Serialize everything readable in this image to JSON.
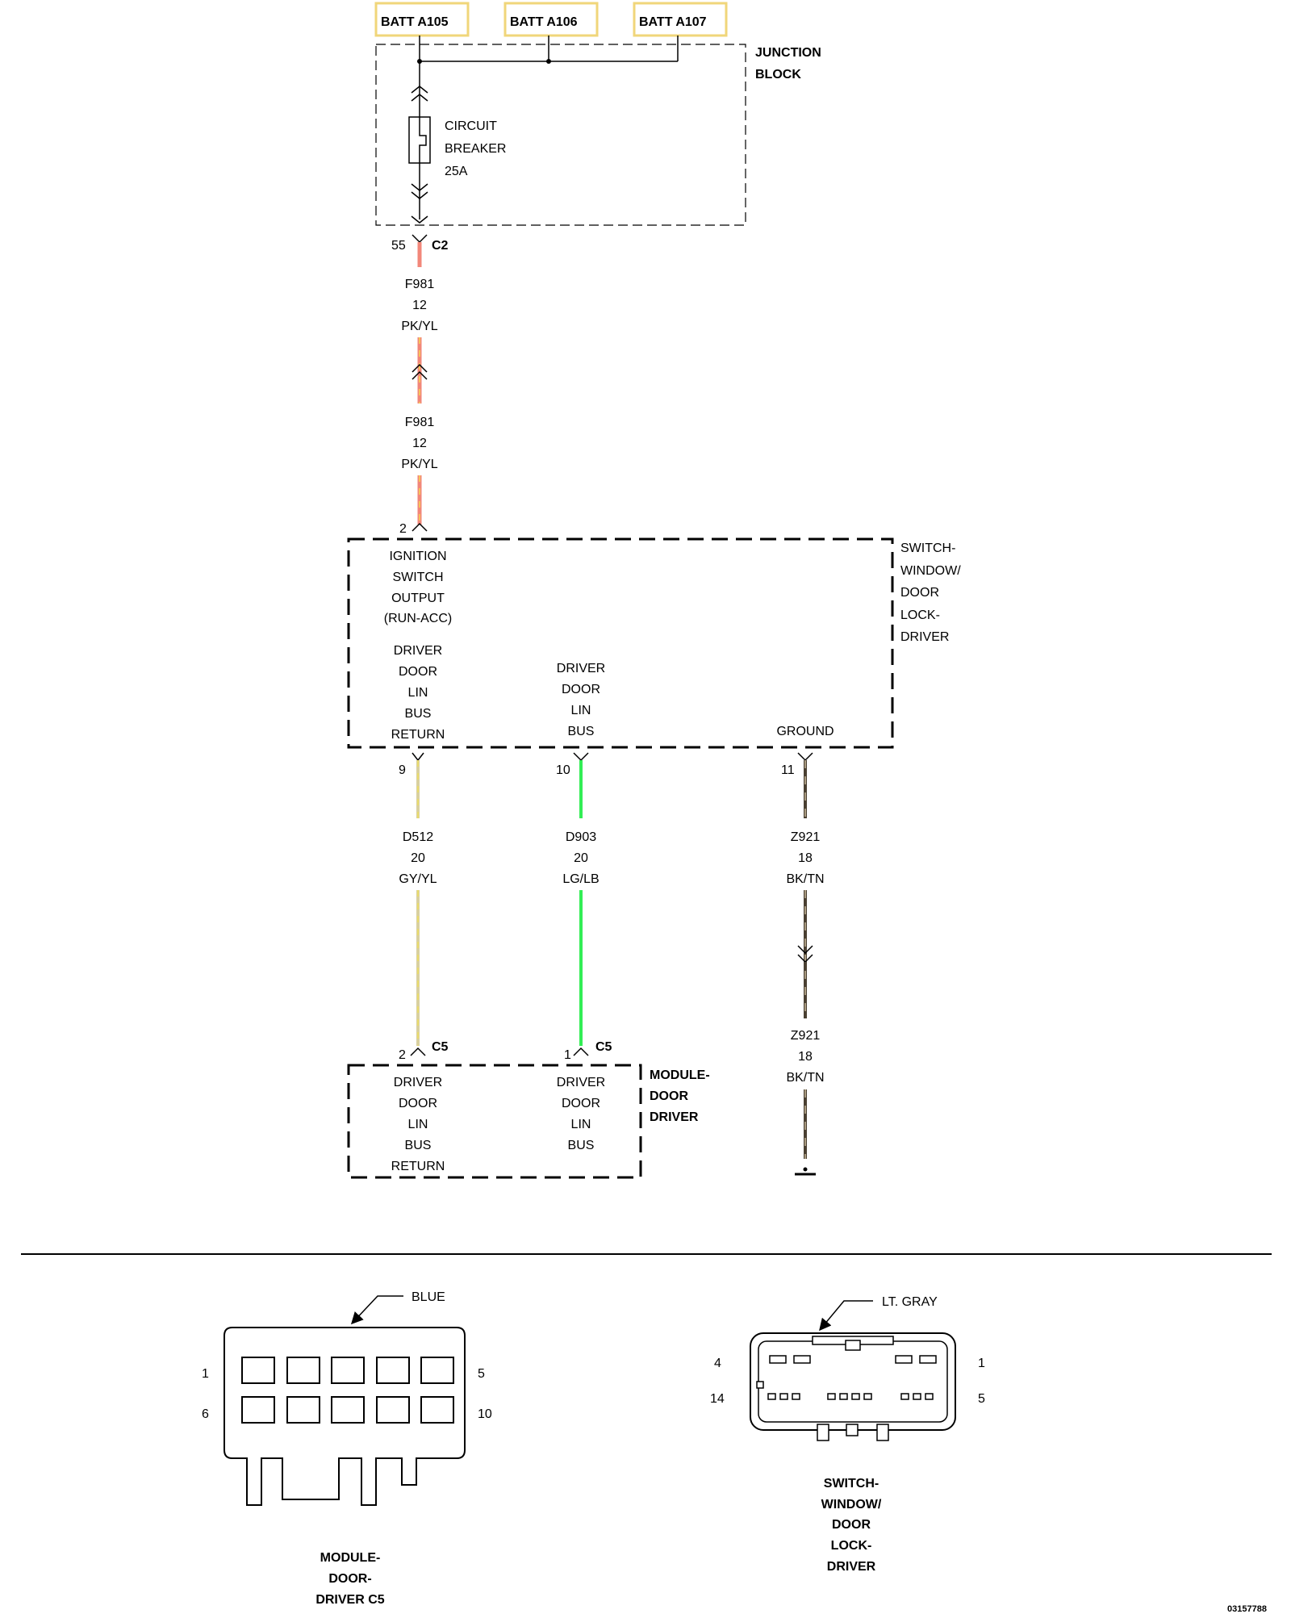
{
  "batteries": [
    "BATT A105",
    "BATT A106",
    "BATT A107"
  ],
  "junction_block": {
    "name_lines": [
      "JUNCTION",
      "BLOCK"
    ]
  },
  "circuit_breaker": {
    "lines": [
      "CIRCUIT",
      "BREAKER",
      "25A"
    ]
  },
  "c2": {
    "pin": "55",
    "connector": "C2"
  },
  "wire_f981": {
    "upper": [
      "F981",
      "12",
      "PK/YL"
    ],
    "lower": [
      "F981",
      "12",
      "PK/YL"
    ],
    "color": "#f2877a",
    "stripe": "#f6c25a"
  },
  "switch": {
    "name_lines": [
      "SWITCH-",
      "WINDOW/",
      "DOOR",
      "LOCK-",
      "DRIVER"
    ],
    "pin_in": "2",
    "ignition_lines": [
      "IGNITION",
      "SWITCH",
      "OUTPUT",
      "(RUN-ACC)"
    ],
    "lin_return_lines": [
      "DRIVER",
      "DOOR",
      "LIN",
      "BUS",
      "RETURN"
    ],
    "lin_bus_lines": [
      "DRIVER",
      "DOOR",
      "LIN",
      "BUS"
    ],
    "ground_label": "GROUND",
    "pins_out": [
      "9",
      "10",
      "11"
    ]
  },
  "wire_d512": {
    "lines": [
      "D512",
      "20",
      "GY/YL"
    ],
    "color": "#d9d0a0",
    "stripe": "#f0e060"
  },
  "wire_d903": {
    "lines": [
      "D903",
      "20",
      "LG/LB"
    ],
    "color": "#33ee55",
    "stripe": "#55ccff"
  },
  "wire_z921": {
    "upper": [
      "Z921",
      "18",
      "BK/TN"
    ],
    "lower": [
      "Z921",
      "18",
      "BK/TN"
    ],
    "color": "#4a4032",
    "stripe": "#c8b89a"
  },
  "module": {
    "name_lines": [
      "MODULE-",
      "DOOR",
      "DRIVER"
    ],
    "pin_a": "2",
    "pin_b": "1",
    "connector": "C5",
    "lin_return_lines": [
      "DRIVER",
      "DOOR",
      "LIN",
      "BUS",
      "RETURN"
    ],
    "lin_bus_lines": [
      "DRIVER",
      "DOOR",
      "LIN",
      "BUS"
    ]
  },
  "connector_c5_view": {
    "color_label": "BLUE",
    "pins": {
      "top_left": "1",
      "top_right": "5",
      "bottom_left": "6",
      "bottom_right": "10"
    },
    "caption_lines": [
      "MODULE-",
      "DOOR-",
      "DRIVER C5"
    ]
  },
  "connector_switch_view": {
    "color_label": "LT. GRAY",
    "pins": {
      "top_left": "4",
      "top_right": "1",
      "bottom_left": "14",
      "bottom_right": "5"
    },
    "caption_lines": [
      "SWITCH-",
      "WINDOW/",
      "DOOR",
      "LOCK-",
      "DRIVER"
    ]
  },
  "figure_id": "03157788"
}
